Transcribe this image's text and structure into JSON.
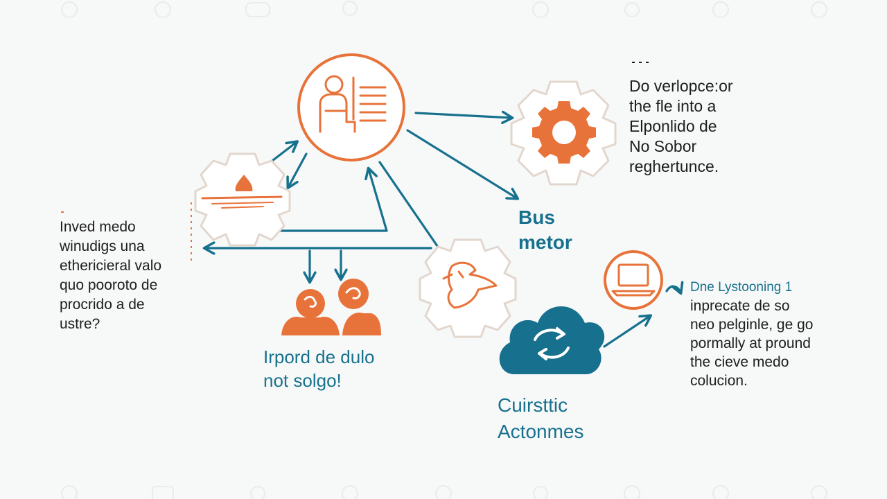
{
  "colors": {
    "orange": "#e8733a",
    "blue": "#17718e",
    "gear_outline": "#e2d7ce",
    "text_dark": "#1d1d1d",
    "background": "#f7f8f8"
  },
  "center_node": {
    "icon": "person-at-desk-icon"
  },
  "gear_nodes": [
    {
      "icon": "gear-icon"
    },
    {
      "icon": "flame-on-plate-icon"
    },
    {
      "icon": "bird-hand-icon"
    }
  ],
  "laptop_node": {
    "icon": "laptop-icon"
  },
  "cloud_node": {
    "icon": "cloud-sync-icon"
  },
  "people_node": {
    "icon": "two-people-icon"
  },
  "notes": {
    "right_top": [
      "Do verlopce:or",
      "the fle into a",
      "Elponlido de",
      "No Sobor",
      "reghertunce."
    ],
    "left": [
      "Inved medo",
      "winudigs una",
      "ethericieral valo",
      "quo pooroto de",
      "procrido a de",
      "ustre?"
    ],
    "right_bottom": [
      "Dne Lystooning 1",
      "inprecate de so",
      "neo pelginle, ge go",
      "pormally at pround",
      "the cieve medo",
      "colucion."
    ]
  },
  "labels": {
    "bus": [
      "Bus",
      "metor"
    ],
    "import": [
      "Irpord de dulo",
      "not solgo!"
    ],
    "customer": [
      "Cuirsttic",
      "Actonmes"
    ]
  }
}
